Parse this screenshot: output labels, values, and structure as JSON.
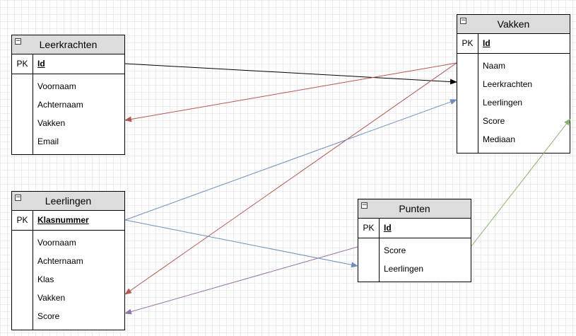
{
  "entities": {
    "leerkrachten": {
      "title": "Leerkrachten",
      "pk_label": "PK",
      "key": "Id",
      "fields": [
        "Voornaam",
        "Achternaam",
        "Vakken",
        "Email"
      ]
    },
    "vakken": {
      "title": "Vakken",
      "pk_label": "PK",
      "key": "Id",
      "fields": [
        "Naam",
        "Leerkrachten",
        "Leerlingen",
        "Score",
        "Mediaan"
      ]
    },
    "leerlingen": {
      "title": "Leerlingen",
      "pk_label": "PK",
      "key": "Klasnummer",
      "fields": [
        "Voornaam",
        "Achternaam",
        "Klas",
        "Vakken",
        "Score"
      ]
    },
    "punten": {
      "title": "Punten",
      "pk_label": "PK",
      "key": "Id",
      "fields": [
        "Score",
        "Leerlingen"
      ]
    }
  },
  "colors": {
    "black": "#000000",
    "red": "#b85450",
    "blue": "#6c8ebf",
    "green": "#82b366",
    "purple": "#9673a6"
  }
}
